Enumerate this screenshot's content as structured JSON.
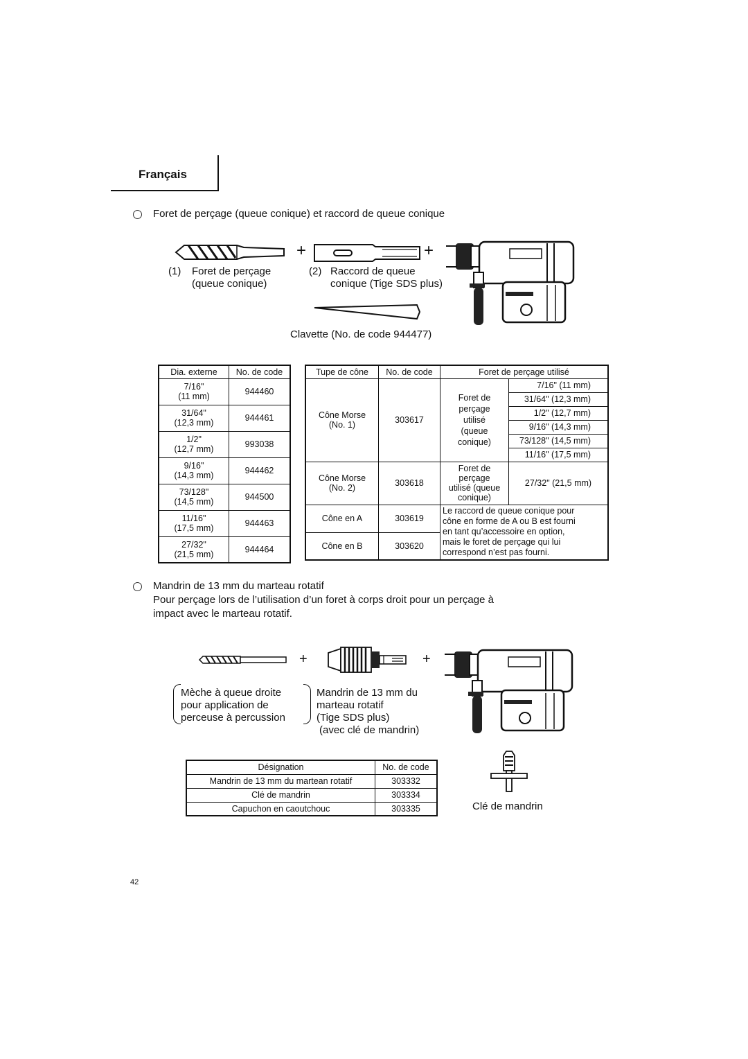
{
  "header": {
    "language": "Français"
  },
  "section1": {
    "title": "Foret de perçage (queue conique) et raccord de queue conique",
    "item1_num": "(1)",
    "item1_line1": "Foret de perçage",
    "item1_line2": "(queue conique)",
    "item2_num": "(2)",
    "item2_line1": "Raccord de queue",
    "item2_line2": "conique (Tige SDS plus)",
    "plus": "+",
    "clavette": "Clavette (No. de code 944477)"
  },
  "table1": {
    "headers": [
      "Dia. externe",
      "No. de code"
    ],
    "rows": [
      {
        "dia1": "7/16\"",
        "dia2": "(11 mm)",
        "code": "944460"
      },
      {
        "dia1": "31/64\"",
        "dia2": "(12,3 mm)",
        "code": "944461"
      },
      {
        "dia1": "1/2\"",
        "dia2": "(12,7 mm)",
        "code": "993038"
      },
      {
        "dia1": "9/16\"",
        "dia2": "(14,3 mm)",
        "code": "944462"
      },
      {
        "dia1": "73/128\"",
        "dia2": "(14,5 mm)",
        "code": "944500"
      },
      {
        "dia1": "11/16\"",
        "dia2": "(17,5 mm)",
        "code": "944463"
      },
      {
        "dia1": "27/32\"",
        "dia2": "(21,5 mm)",
        "code": "944464"
      }
    ]
  },
  "table2": {
    "headers": [
      "Tupe de cône",
      "No. de code",
      "Foret de perçage utilisé"
    ],
    "morse1": {
      "type1": "Cône Morse",
      "type2": "(No. 1)",
      "code": "303617",
      "desc1": "Foret de",
      "desc2": "perçage",
      "desc3": "utilisé",
      "desc4": "(queue",
      "desc5": "conique)",
      "sizes": [
        "7/16\" (11 mm)",
        "31/64\" (12,3 mm)",
        "1/2\" (12,7 mm)",
        "9/16\" (14,3 mm)",
        "73/128\" (14,5 mm)",
        "11/16\" (17,5 mm)"
      ]
    },
    "morse2": {
      "type1": "Cône Morse",
      "type2": "(No. 2)",
      "code": "303618",
      "desc1": "Foret de",
      "desc2": "perçage",
      "desc3": "utilisé (queue",
      "desc4": "conique)",
      "size": "27/32\" (21,5 mm)"
    },
    "coneA": {
      "type": "Cône en A",
      "code": "303619"
    },
    "coneB": {
      "type": "Cône en B",
      "code": "303620"
    },
    "note_lines": [
      "Le raccord de queue conique pour",
      "cône en forme de A ou B est fourni",
      "en tant qu’accessoire en option,",
      "mais le foret de perçage qui lui",
      "correspond n’est pas fourni."
    ]
  },
  "section2": {
    "title": "Mandrin de 13 mm du marteau rotatif",
    "desc_line1": "Pour perçage lors de l’utilisation d’un foret à corps droit pour un perçage à",
    "desc_line2": "impact avec le marteau rotatif.",
    "meche_line1": "Mèche à queue droite",
    "meche_line2": "pour application de",
    "meche_line3": "perceuse à percussion",
    "mandrin_line1": "Mandrin de 13 mm du",
    "mandrin_line2": "marteau rotatif",
    "mandrin_line3": "(Tige SDS plus)",
    "mandrin_line4": "(avec clé de mandrin)",
    "cle_label": "Clé de mandrin"
  },
  "table3": {
    "headers": [
      "Désignation",
      "No. de code"
    ],
    "rows": [
      {
        "name": "Mandrin de 13 mm du martean rotatif",
        "code": "303332"
      },
      {
        "name": "Clé de mandrin",
        "code": "303334"
      },
      {
        "name": "Capuchon en caoutchouc",
        "code": "303335"
      }
    ]
  },
  "page_number": "42"
}
